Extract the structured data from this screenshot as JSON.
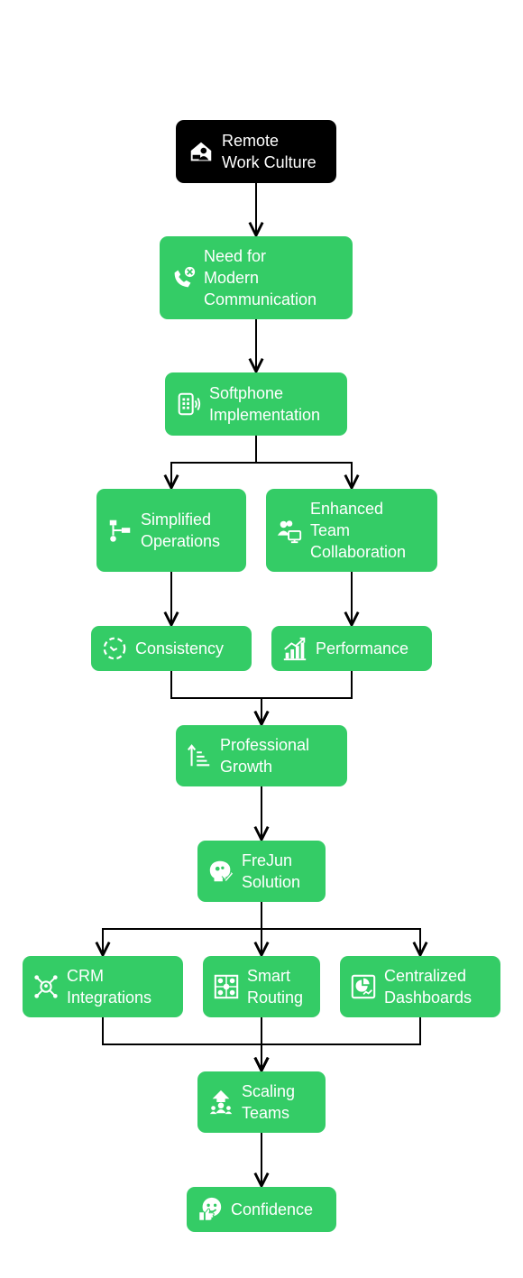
{
  "colors": {
    "accent": "#34cc66",
    "root": "#000000",
    "text": "#ffffff",
    "edge": "#000000"
  },
  "nodes": {
    "remote": {
      "label": "Remote\nWork Culture",
      "icon": "house-person-icon"
    },
    "need": {
      "label": "Need for\nModern\nCommunication",
      "icon": "phone-blocked-icon"
    },
    "softphone": {
      "label": "Softphone\nImplementation",
      "icon": "softphone-icon"
    },
    "simplified": {
      "label": "Simplified\nOperations",
      "icon": "workflow-icon"
    },
    "enhanced": {
      "label": "Enhanced\nTeam\nCollaboration",
      "icon": "team-monitor-icon"
    },
    "consistency": {
      "label": "Consistency",
      "icon": "refresh-circle-icon"
    },
    "performance": {
      "label": "Performance",
      "icon": "growth-chart-icon"
    },
    "professional": {
      "label": "Professional\nGrowth",
      "icon": "stair-growth-icon"
    },
    "frejun": {
      "label": "FreJun\nSolution",
      "icon": "solution-head-icon"
    },
    "crm": {
      "label": "CRM\nIntegrations",
      "icon": "integration-hub-icon"
    },
    "routing": {
      "label": "Smart\nRouting",
      "icon": "routing-grid-icon"
    },
    "dashboards": {
      "label": "Centralized\nDashboards",
      "icon": "dashboard-icon"
    },
    "scaling": {
      "label": "Scaling\nTeams",
      "icon": "team-up-icon"
    },
    "confidence": {
      "label": "Confidence",
      "icon": "thumbs-up-face-icon"
    }
  },
  "edges": [
    [
      "remote",
      "need"
    ],
    [
      "need",
      "softphone"
    ],
    [
      "softphone",
      "simplified"
    ],
    [
      "softphone",
      "enhanced"
    ],
    [
      "simplified",
      "consistency"
    ],
    [
      "enhanced",
      "performance"
    ],
    [
      "consistency",
      "professional"
    ],
    [
      "performance",
      "professional"
    ],
    [
      "professional",
      "frejun"
    ],
    [
      "frejun",
      "crm"
    ],
    [
      "frejun",
      "routing"
    ],
    [
      "frejun",
      "dashboards"
    ],
    [
      "crm",
      "scaling"
    ],
    [
      "routing",
      "scaling"
    ],
    [
      "dashboards",
      "scaling"
    ],
    [
      "scaling",
      "confidence"
    ]
  ]
}
